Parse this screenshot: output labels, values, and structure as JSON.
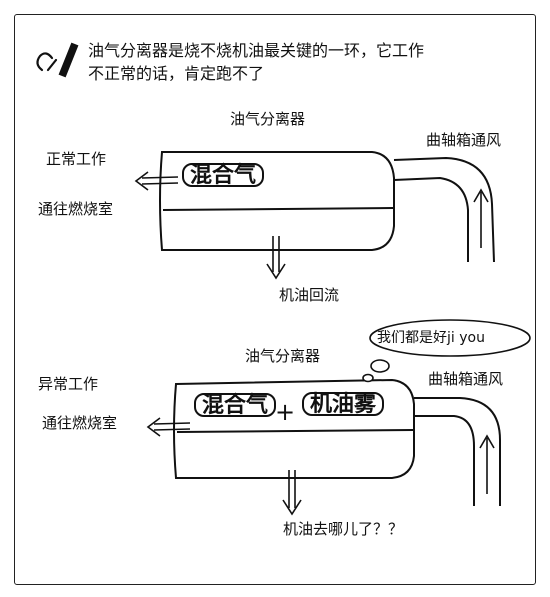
{
  "header": {
    "line1": "油气分离器是烧不烧机油最关键的一环，它工作",
    "line2": "不正常的话，肯定跑不了"
  },
  "panel_normal": {
    "title": "油气分离器",
    "status": "正常工作",
    "to_chamber": "通往燃烧室",
    "crankcase": "曲轴箱通风",
    "gas_label": "混合气",
    "return": "机油回流"
  },
  "panel_abnormal": {
    "title": "油气分离器",
    "status": "异常工作",
    "to_chamber": "通往燃烧室",
    "crankcase": "曲轴箱通风",
    "gas_label": "混合气",
    "plus": "+",
    "oil_label": "机油雾",
    "bubble": "我们都是好ji you",
    "question": "机油去哪儿了？？"
  }
}
